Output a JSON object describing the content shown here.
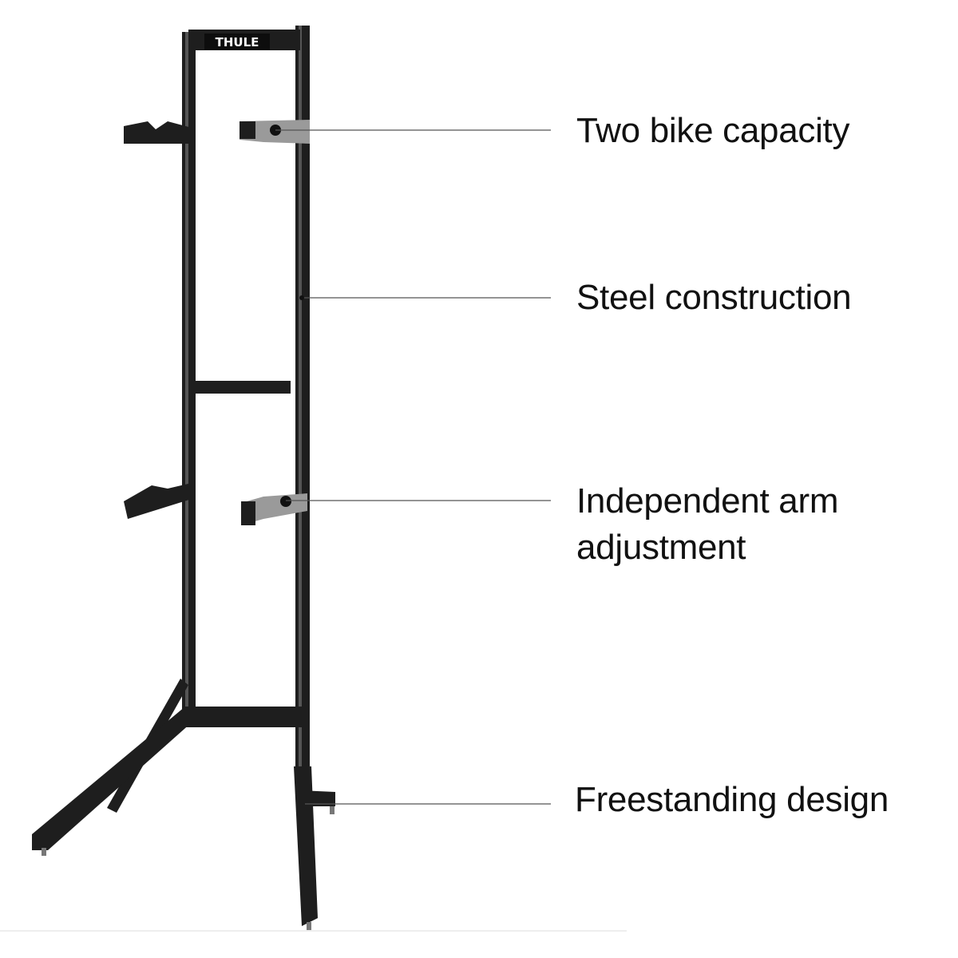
{
  "product": {
    "brand_logo": "THULE",
    "colors": {
      "frame": "#1e1e1e",
      "frame_highlight": "#5a5a5a",
      "arm_grey": "#9a9a9a",
      "callout_line": "#555555"
    }
  },
  "callouts": [
    {
      "label": "Two bike capacity"
    },
    {
      "label": "Steel construction"
    },
    {
      "label": "Independent arm adjustment"
    },
    {
      "label": "Freestanding design"
    }
  ]
}
